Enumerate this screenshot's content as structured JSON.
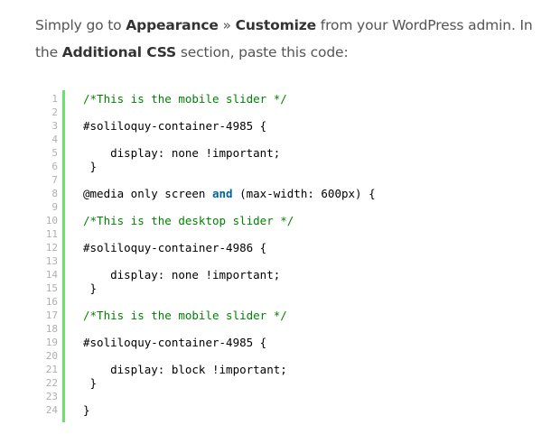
{
  "intro": {
    "part1": "Simply go to ",
    "appearance": "Appearance",
    "sep": " » ",
    "customize": "Customize",
    "part2": " from your WordPress admin. In the ",
    "additional_css": "Additional CSS",
    "part3": " section, paste this code:"
  },
  "code": {
    "line_numbers": [
      "1",
      "2",
      "3",
      "4",
      "5",
      "6",
      "7",
      "8",
      "9",
      "10",
      "11",
      "12",
      "13",
      "14",
      "15",
      "16",
      "17",
      "18",
      "19",
      "20",
      "21",
      "22",
      "23",
      "24"
    ],
    "lines": {
      "l1": "/*This is the mobile slider */",
      "l3": "#soliloquy-container-4985 {",
      "l5": "    display: none !important;",
      "l6": " }",
      "l8a": "@media only screen ",
      "l8b": "and",
      "l8c": " (max-width: 600px) {",
      "l10": "/*This is the desktop slider */",
      "l12": "#soliloquy-container-4986 {",
      "l14": "    display: none !important;",
      "l15": " }",
      "l17": "/*This is the mobile slider */",
      "l19": "#soliloquy-container-4985 {",
      "l21": "    display: block !important;",
      "l22": " }",
      "l24": "}"
    }
  },
  "colors": {
    "gutter_border": "#6ce26c",
    "comment": "#008200",
    "keyword": "#006699"
  }
}
